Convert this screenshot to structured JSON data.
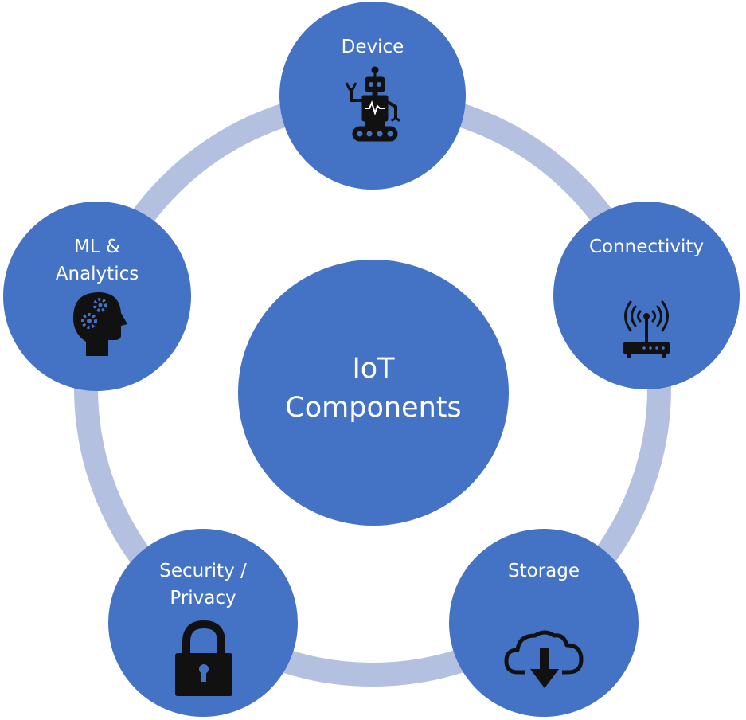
{
  "center": {
    "lines": [
      "IoT",
      "Components"
    ]
  },
  "nodes": [
    {
      "id": "device",
      "lines": [
        "Device"
      ],
      "icon": "robot-icon"
    },
    {
      "id": "connectivity",
      "lines": [
        "Connectivity"
      ],
      "icon": "wifi-router-icon"
    },
    {
      "id": "storage",
      "lines": [
        "Storage"
      ],
      "icon": "cloud-download-icon"
    },
    {
      "id": "security",
      "lines": [
        "Security /",
        "Privacy"
      ],
      "icon": "padlock-icon"
    },
    {
      "id": "ml",
      "lines": [
        "ML &",
        "Analytics"
      ],
      "icon": "head-gears-icon"
    }
  ],
  "colors": {
    "node": "#4472c4",
    "ring": "#b4c0e0",
    "icon": "#111111",
    "text": "#ffffff"
  }
}
